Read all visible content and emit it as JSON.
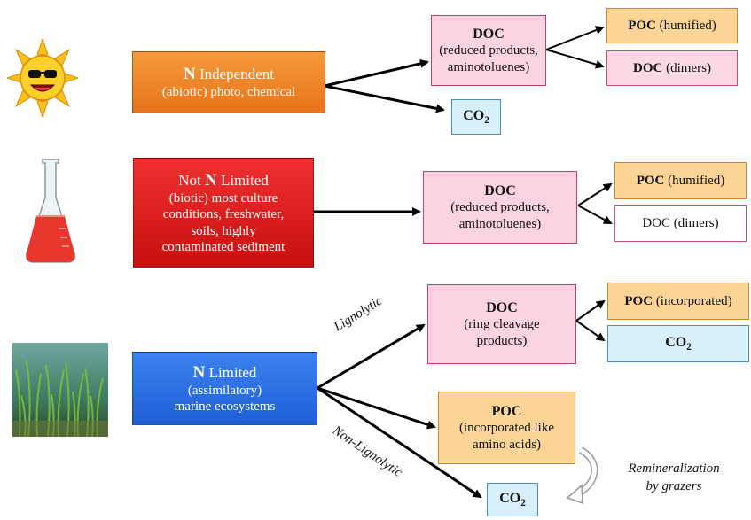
{
  "pathways": [
    {
      "source": {
        "title_bold": "N",
        "title_rest": " Independent",
        "lines": [
          "(abiotic) photo, chemical"
        ]
      },
      "doc": {
        "title": "DOC",
        "lines": [
          "(reduced products,",
          "aminotoluenes)"
        ]
      },
      "poc": {
        "title": "POC",
        "detail": " (humified)"
      },
      "doc2": {
        "title": "DOC",
        "detail": " (dimers)"
      },
      "co2": {
        "text": "CO",
        "sub": "2"
      }
    },
    {
      "source": {
        "title_pre": "Not ",
        "title_bold": "N",
        "title_rest": " Limited",
        "lines": [
          "(biotic) most culture",
          "conditions, freshwater,",
          "soils, highly",
          "contaminated sediment"
        ]
      },
      "doc": {
        "title": "DOC",
        "lines": [
          "(reduced products,",
          "aminotoluenes)"
        ]
      },
      "poc": {
        "title": "POC",
        "detail": " (humified)"
      },
      "doc2": {
        "text": "DOC (dimers)"
      }
    },
    {
      "source": {
        "title_bold": "N",
        "title_rest": " Limited",
        "lines": [
          "(assimilatory)",
          "marine ecosystems"
        ]
      },
      "doc": {
        "title": "DOC",
        "lines": [
          "(ring cleavage",
          "products)"
        ]
      },
      "poc": {
        "title": "POC",
        "detail": " (incorporated)"
      },
      "co2a": {
        "text": "CO",
        "sub": "2"
      },
      "poc2": {
        "title": "POC",
        "lines": [
          "(incorporated like",
          "amino acids)"
        ]
      },
      "co2b": {
        "text": "CO",
        "sub": "2"
      },
      "label_lignolytic": "Lignolytic",
      "label_non_lignolytic": "Non-Lignolytic",
      "remineralization": [
        "Remineralization",
        "by grazers"
      ]
    }
  ],
  "icons": [
    "sun-icon",
    "flask-icon",
    "seagrass-icon"
  ],
  "colors": {
    "orange": "#e8731a",
    "red": "#c80f0f",
    "blue": "#1f5fd6",
    "pink": "#fcd3e2",
    "peach": "#fcd596",
    "light_blue": "#d7f0fb"
  }
}
